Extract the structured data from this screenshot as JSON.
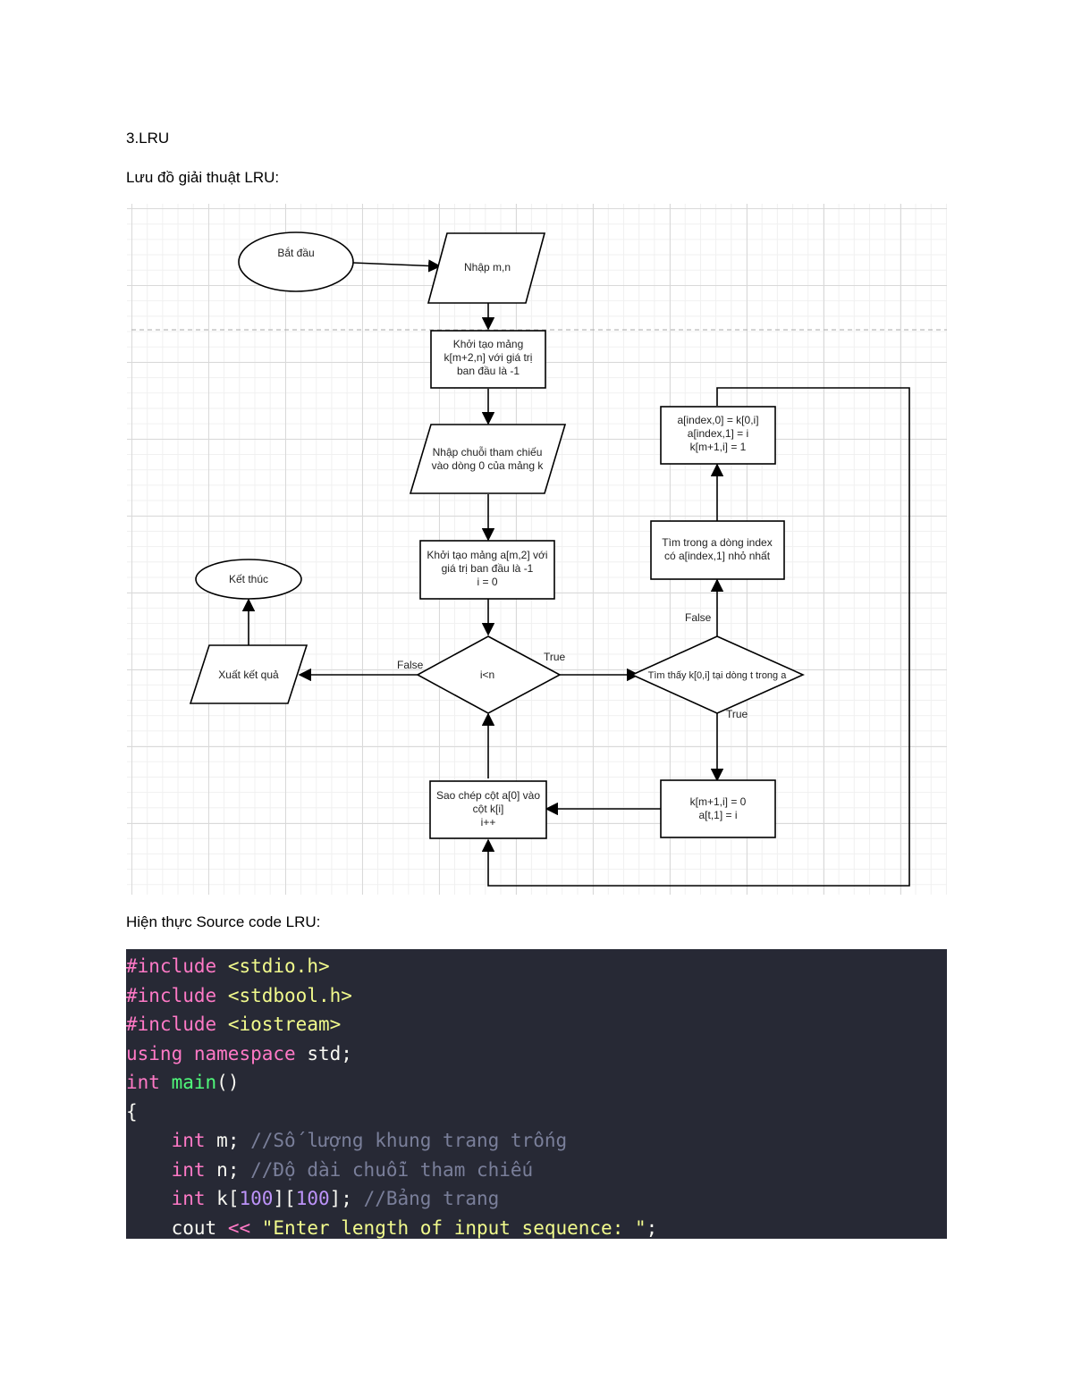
{
  "heading": "3.LRU",
  "diagram_caption": "Lưu đồ giải thuật LRU:",
  "code_caption": "Hiện thực Source code LRU:",
  "flowchart": {
    "start": "Bắt đầu",
    "input_mn": "Nhập m,n",
    "init_k": [
      "Khởi tạo mảng",
      "k[m+2,n] với giá trị",
      "ban đầu là -1"
    ],
    "input_seq": [
      "Nhập chuỗi tham chiếu",
      "vào dòng 0 của mảng k"
    ],
    "init_a": [
      "Khởi tạo mảng a[m,2] với",
      "giá trị ban đầu là -1",
      "i = 0"
    ],
    "decision_i": "i<n",
    "decision_found": "Tìm thấy k[0,i] tại dòng t trong a",
    "find_min": [
      "Tìm trong a dòng index",
      "có a[index,1] nhỏ nhất"
    ],
    "update_a": [
      "a[index,0] = k[0,i]",
      "a[index,1] = i",
      "k[m+1,i] = 1"
    ],
    "set_found": [
      "k[m+1,i] = 0",
      "a[t,1] = i"
    ],
    "copy_col": [
      "Sao chép cột a[0] vào",
      "cột k[i]",
      "i++"
    ],
    "output": "Xuất kết quả",
    "end": "Kết thúc",
    "label_true": "True",
    "label_false": "False"
  },
  "code": {
    "l1_a": "#include",
    "l1_b": "<stdio.h>",
    "l2_a": "#include",
    "l2_b": "<stdbool.h>",
    "l3_a": "#include",
    "l3_b": "<iostream>",
    "l4_a": "using",
    "l4_b": "namespace",
    "l4_c": "std;",
    "l5_a": "int",
    "l5_b": "main",
    "l5_c": "()",
    "l6": "{",
    "l7_a": "int",
    "l7_b": "m;",
    "l7_c": "//Số lượng khung trang trống",
    "l8_a": "int",
    "l8_b": "n;",
    "l8_c": "//Độ dài chuỗi tham chiếu",
    "l9_a": "int",
    "l9_b": "k[",
    "l9_c": "100",
    "l9_d": "][",
    "l9_e": "100",
    "l9_f": "];",
    "l9_g": "//Bảng trang",
    "l10_a": "cout",
    "l10_b": "<<",
    "l10_c": "\"Enter length of input sequence: \"",
    "l10_d": ";"
  }
}
